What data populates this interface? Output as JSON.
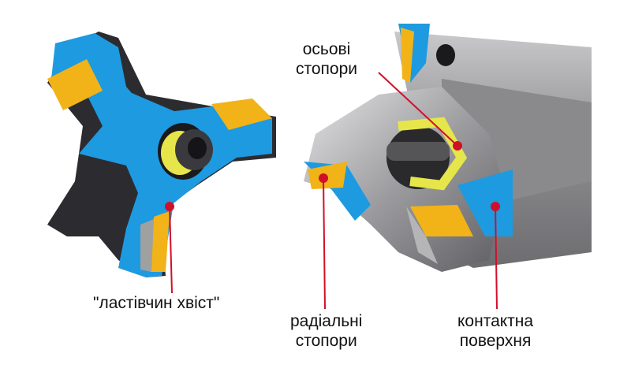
{
  "labels": {
    "axial_stops": [
      "осьові",
      "стопори"
    ],
    "dovetail": "\"ластівчин хвіст\"",
    "radial_stops": [
      "радіальні",
      "стопори"
    ],
    "contact_surface": [
      "контактна",
      "поверхня"
    ]
  },
  "colors": {
    "blue": "#1e9ae0",
    "yellow": "#f2b318",
    "dark": "#2b2b2e",
    "steel": "#9a9a9c",
    "leader": "#d0102a",
    "chartreuse": "#e8e84a"
  }
}
